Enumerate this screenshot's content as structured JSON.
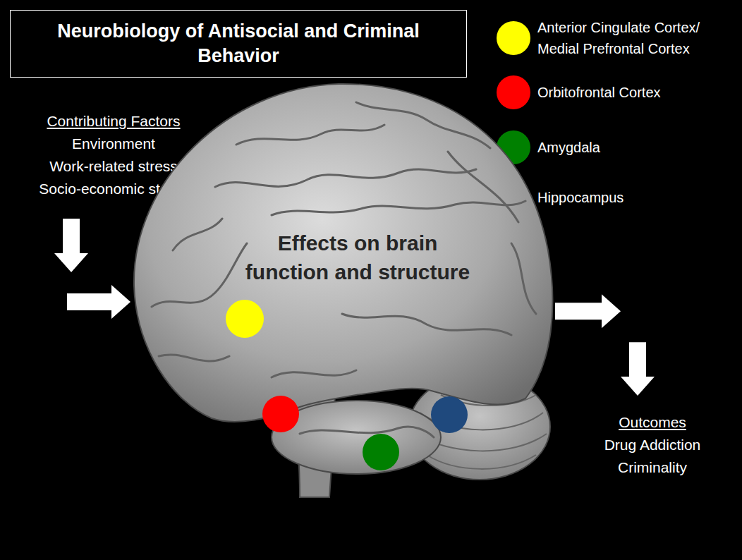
{
  "diagram": {
    "title": "Neurobiology of Antisocial and Criminal Behavior",
    "nodes": [
      {
        "text": [
          "Contributing Factors",
          "Environment",
          "Work-related stress",
          "Socio-economic status"
        ]
      },
      {
        "text": [
          "Effects on brain function and structure"
        ]
      },
      {
        "text": [
          "Outcomes",
          "Drug Addiction",
          "Criminality"
        ]
      }
    ],
    "edges": [
      {
        "from": 0,
        "to": 1,
        "arrow": "to"
      },
      {
        "from": 1,
        "to": 2,
        "arrow": "to"
      }
    ],
    "legend": [
      {
        "text": "Anterior Cingulate Cortex/ Medial Prefrontal Cortex",
        "color": "#ffff00"
      },
      {
        "text": "Orbitofrontal Cortex",
        "color": "#ff0000"
      },
      {
        "text": "Amygdala",
        "color": "#008000"
      },
      {
        "text": "Hippocampus",
        "color": "#1f497d"
      }
    ]
  }
}
